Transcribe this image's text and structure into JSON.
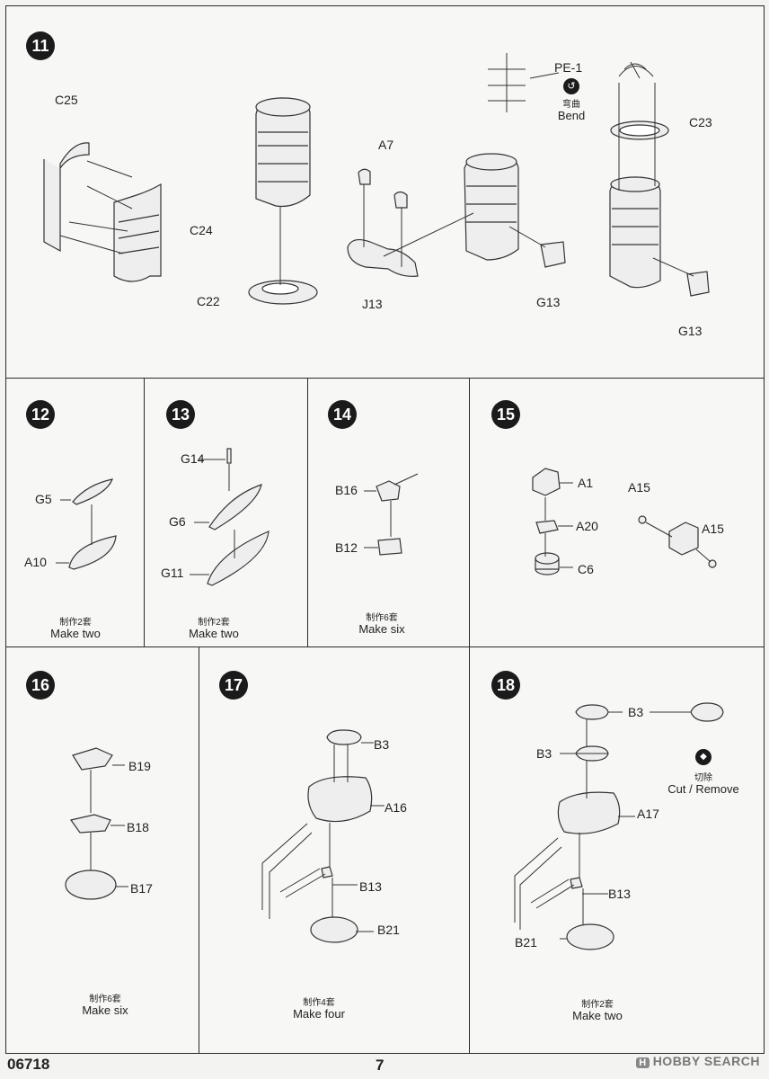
{
  "steps": {
    "s11": {
      "num": "11",
      "parts": [
        "C25",
        "C24",
        "C22",
        "A7",
        "J13",
        "G13",
        "PE-1",
        "C23",
        "G13"
      ],
      "bend_cn": "弯曲",
      "bend_en": "Bend"
    },
    "s12": {
      "num": "12",
      "parts": [
        "G5",
        "A10"
      ],
      "cn": "制作2套",
      "en": "Make two"
    },
    "s13": {
      "num": "13",
      "parts": [
        "G14",
        "G6",
        "G11"
      ],
      "cn": "制作2套",
      "en": "Make two"
    },
    "s14": {
      "num": "14",
      "parts": [
        "B16",
        "B12"
      ],
      "cn": "制作6套",
      "en": "Make six"
    },
    "s15": {
      "num": "15",
      "parts": [
        "A1",
        "A20",
        "C6",
        "A15",
        "A15"
      ]
    },
    "s16": {
      "num": "16",
      "parts": [
        "B19",
        "B18",
        "B17"
      ],
      "cn": "制作6套",
      "en": "Make six"
    },
    "s17": {
      "num": "17",
      "parts": [
        "B3",
        "A16",
        "B13",
        "B21"
      ],
      "cn": "制作4套",
      "en": "Make four"
    },
    "s18": {
      "num": "18",
      "parts": [
        "B3",
        "B3",
        "A17",
        "B13",
        "B21"
      ],
      "remove_cn": "切除",
      "remove_en": "Cut / Remove",
      "cn": "制作2套",
      "en": "Make two"
    }
  },
  "footer": {
    "code": "06718",
    "page": "7",
    "watermark_logo": "H",
    "watermark": "HOBBY SEARCH"
  }
}
